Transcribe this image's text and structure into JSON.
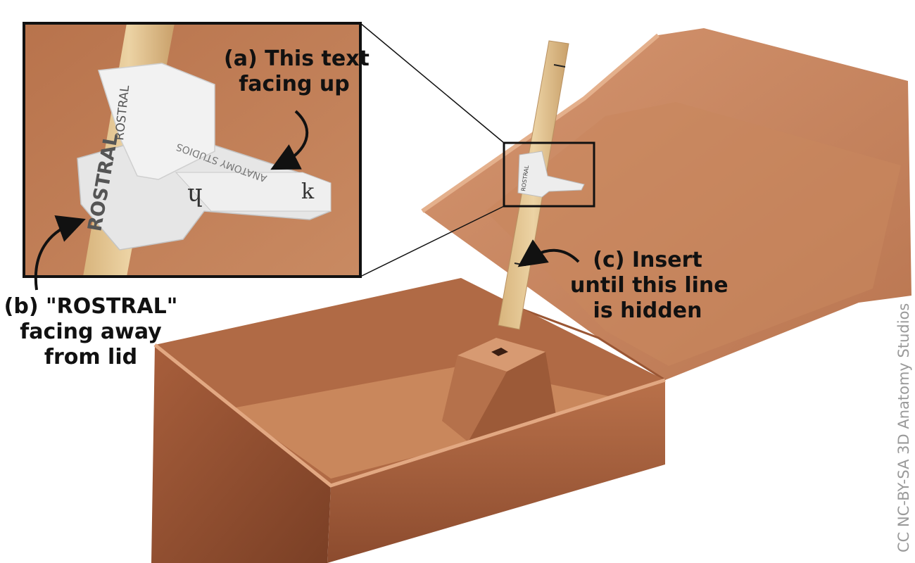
{
  "labels": {
    "a": {
      "line1": "(a) This text",
      "line2": "facing up"
    },
    "b": {
      "line1": "(b) \"ROSTRAL\"",
      "line2": "facing away",
      "line3": "from lid"
    },
    "c": {
      "line1": "(c) Insert",
      "line2": "until this line",
      "line3": "is hidden"
    }
  },
  "stamps": {
    "rostral_large": "ROSTRAL",
    "rostral_small": "ROSTRAL",
    "h_glyph": "h",
    "k_glyph": "k",
    "anatomy_studios": "ANATOMY STUDIOS"
  },
  "credit": "CC NC-BY-SA 3D Anatomy Studios",
  "colors": {
    "cardboard": "#c9845a",
    "cardboard_dark": "#8a4a2c",
    "cardboard_light": "#dca07a",
    "wood": "#e2c38e",
    "plastic": "#e9e9e9",
    "frame": "#111111"
  }
}
